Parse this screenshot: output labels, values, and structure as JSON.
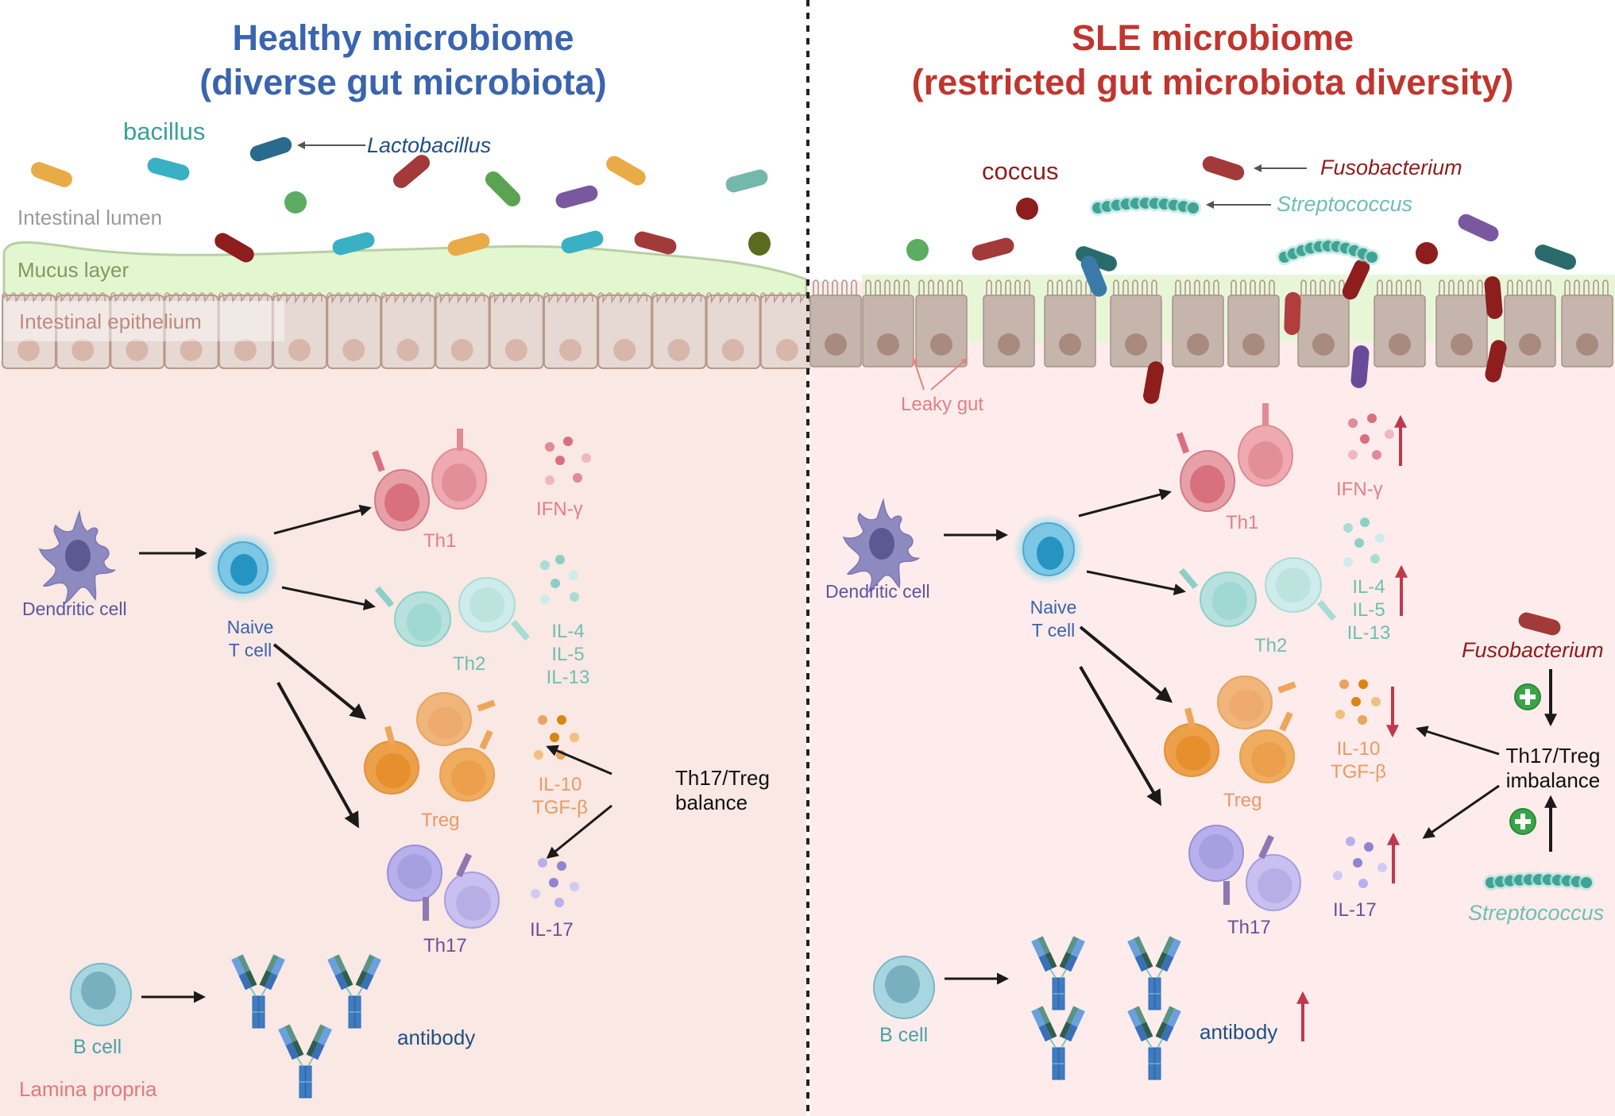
{
  "left_panel": {
    "title_line1": "Healthy microbiome",
    "title_line2": "(diverse gut microbiota)",
    "bacillus_label": "bacillus",
    "lactobacillus_label": "Lactobacillus",
    "lumen_label": "Intestinal lumen",
    "mucus_label": "Mucus layer",
    "epithelium_label": "Intestinal epithelium",
    "lamina_label": "Lamina propria",
    "dendritic_label": "Dendritic cell",
    "naive_line1": "Naive",
    "naive_line2": "T cell",
    "th1_label": "Th1",
    "th2_label": "Th2",
    "treg_label": "Treg",
    "th17_label": "Th17",
    "ifn_label": "IFN-γ",
    "il4_label": "IL-4",
    "il5_label": "IL-5",
    "il13_label": "IL-13",
    "il10_label": "IL-10",
    "tgf_label": "TGF-β",
    "il17_label": "IL-17",
    "balance_line1": "Th17/Treg",
    "balance_line2": "balance",
    "bcell_label": "B cell",
    "antibody_label": "antibody"
  },
  "right_panel": {
    "title_line1": "SLE microbiome",
    "title_line2": "(restricted gut microbiota diversity)",
    "coccus_label": "coccus",
    "fusobacterium_label": "Fusobacterium",
    "streptococcus_label": "Streptococcus",
    "leaky_gut_label": "Leaky gut",
    "dendritic_label": "Dendritic cell",
    "naive_line1": "Naive",
    "naive_line2": "T cell",
    "th1_label": "Th1",
    "th2_label": "Th2",
    "treg_label": "Treg",
    "th17_label": "Th17",
    "ifn_label": "IFN-γ",
    "il4_label": "IL-4",
    "il5_label": "IL-5",
    "il13_label": "IL-13",
    "il10_label": "IL-10",
    "tgf_label": "TGF-β",
    "il17_label": "IL-17",
    "imbalance_line1": "Th17/Treg",
    "imbalance_line2": "imbalance",
    "fuso_side_label": "Fusobacterium",
    "strep_side_label": "Streptococcus",
    "bcell_label": "B cell",
    "antibody_label": "antibody",
    "changes": {
      "ifn_gamma": "up",
      "il4_il5_il13": "up",
      "il10_tgfb": "down",
      "il17": "up",
      "antibody": "up"
    }
  },
  "colors": {
    "healthy_title": "#3a64ad",
    "sle_title": "#c0362f",
    "lamina_bg_left": "#f9e8e3",
    "lamina_bg_right": "#fdeceb",
    "mucus": "#e2f7d0",
    "increase_arrow": "#c0394b",
    "plus_badge": "#3ba447"
  }
}
